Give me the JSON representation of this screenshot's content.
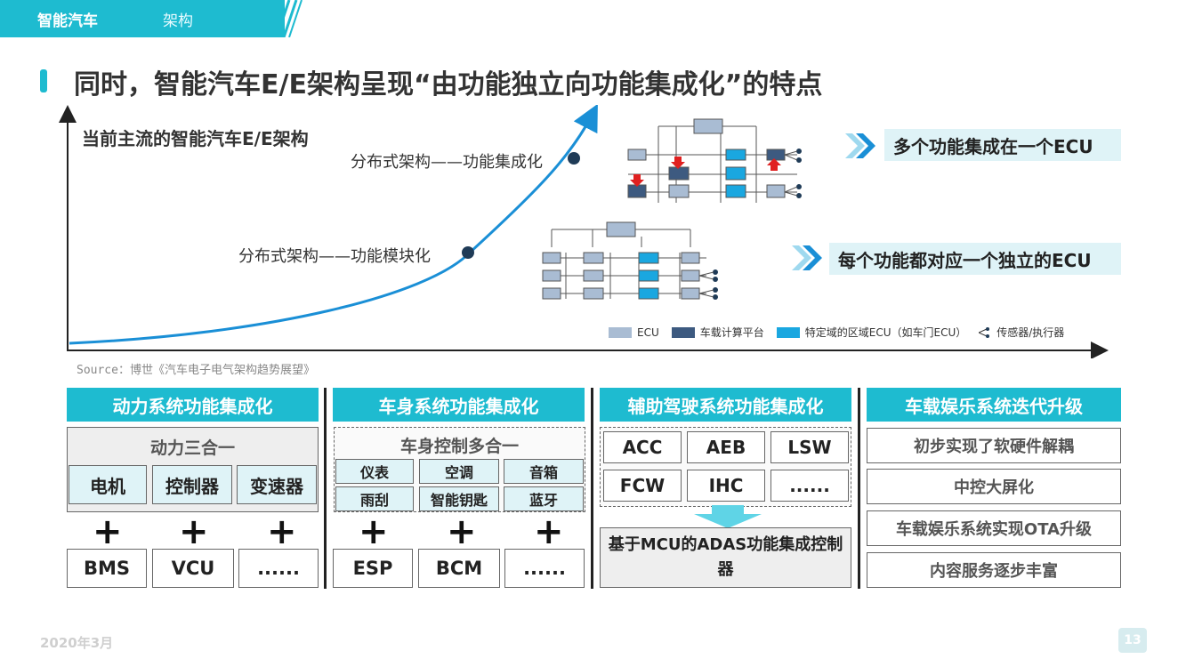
{
  "header": {
    "category": "智能汽车",
    "section": "架构"
  },
  "title": "同时，智能汽车E/E架构呈现“由功能独立向功能集成化”的特点",
  "chart": {
    "heading": "当前主流的智能汽车E/E架构",
    "label_integrated": "分布式架构——功能集成化",
    "label_modular": "分布式架构——功能模块化",
    "source": "Source：博世《汽车电子电气架构趋势展望》"
  },
  "features": {
    "integrated": "多个功能集成在一个ECU",
    "independent": "每个功能都对应一个独立的ECU"
  },
  "legend": {
    "ecu": "ECU",
    "platform": "车载计算平台",
    "domain": "特定域的区域ECU（如车门ECU）",
    "sensor": "传感器/执行器"
  },
  "colors": {
    "accent": "#1ebbd0",
    "ecu": "#a9bcd3",
    "platform": "#3d5a80",
    "domain": "#1aa7e0"
  },
  "columns": {
    "power": {
      "header": "动力系统功能集成化",
      "panel_title": "动力三合一",
      "parts": [
        "电机",
        "控制器",
        "变速器"
      ],
      "plus": "+",
      "bottom": [
        "BMS",
        "VCU",
        "......"
      ]
    },
    "body": {
      "header": "车身系统功能集成化",
      "panel_title": "车身控制多合一",
      "grid": [
        "仪表",
        "空调",
        "音箱",
        "雨刮",
        "智能钥匙",
        "蓝牙"
      ],
      "plus": "+",
      "bottom": [
        "ESP",
        "BCM",
        "......"
      ]
    },
    "adas": {
      "header": "辅助驾驶系统功能集成化",
      "grid": [
        "ACC",
        "AEB",
        "LSW",
        "FCW",
        "IHC",
        "......"
      ],
      "result": "基于MCU的ADAS功能集成控制器"
    },
    "infotainment": {
      "header": "车载娱乐系统迭代升级",
      "items": [
        "初步实现了软硬件解耦",
        "中控大屏化",
        "车载娱乐系统实现OTA升级",
        "内容服务逐步丰富"
      ]
    }
  },
  "footer": {
    "date": "2020年3月",
    "page": "13"
  }
}
